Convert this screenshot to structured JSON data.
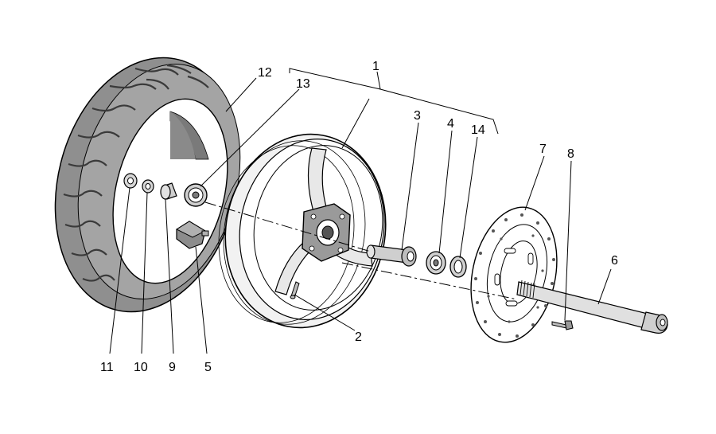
{
  "labels": {
    "p1": "1",
    "p2": "2",
    "p3": "3",
    "p4": "4",
    "p5": "5",
    "p6": "6",
    "p7": "7",
    "p8": "8",
    "p9": "9",
    "p10": "10",
    "p11": "11",
    "p12": "12",
    "p13": "13",
    "p14": "14"
  },
  "colors": {
    "tire_fill": "#9a9a9a",
    "tire_shadow": "#6e6e6e",
    "outline": "#000000",
    "part_fill": "#c8c8c8",
    "background": "#ffffff"
  }
}
